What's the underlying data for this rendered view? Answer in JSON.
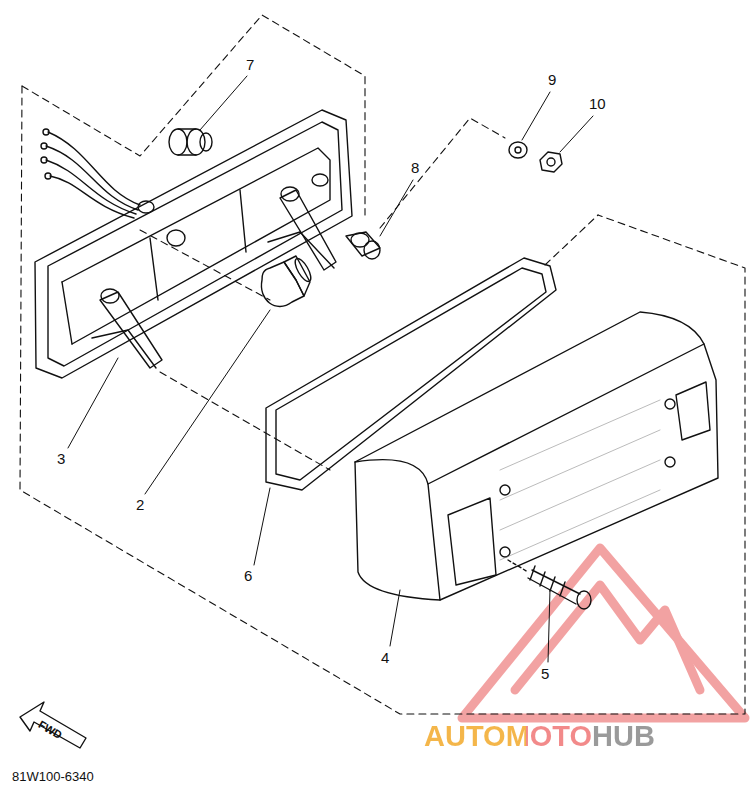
{
  "diagram": {
    "labels": [
      "7",
      "9",
      "10",
      "8",
      "3",
      "2",
      "6",
      "4",
      "5",
      "FWD",
      "81W100-6340",
      "AUTOMOTOHUB"
    ]
  }
}
